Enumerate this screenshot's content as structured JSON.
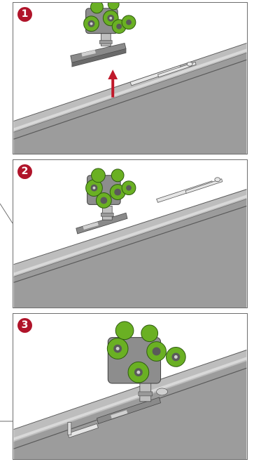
{
  "steps": [
    {
      "number": "1"
    },
    {
      "number": "2"
    },
    {
      "number": "3"
    }
  ],
  "colors": {
    "badge": "#b0142a",
    "wheel": "#6ab023",
    "rail": "#9c9c9c",
    "arrow": "#c0192b",
    "frame": "#6e6e6e"
  },
  "icons": {
    "up_arrow": "up-arrow-icon"
  }
}
